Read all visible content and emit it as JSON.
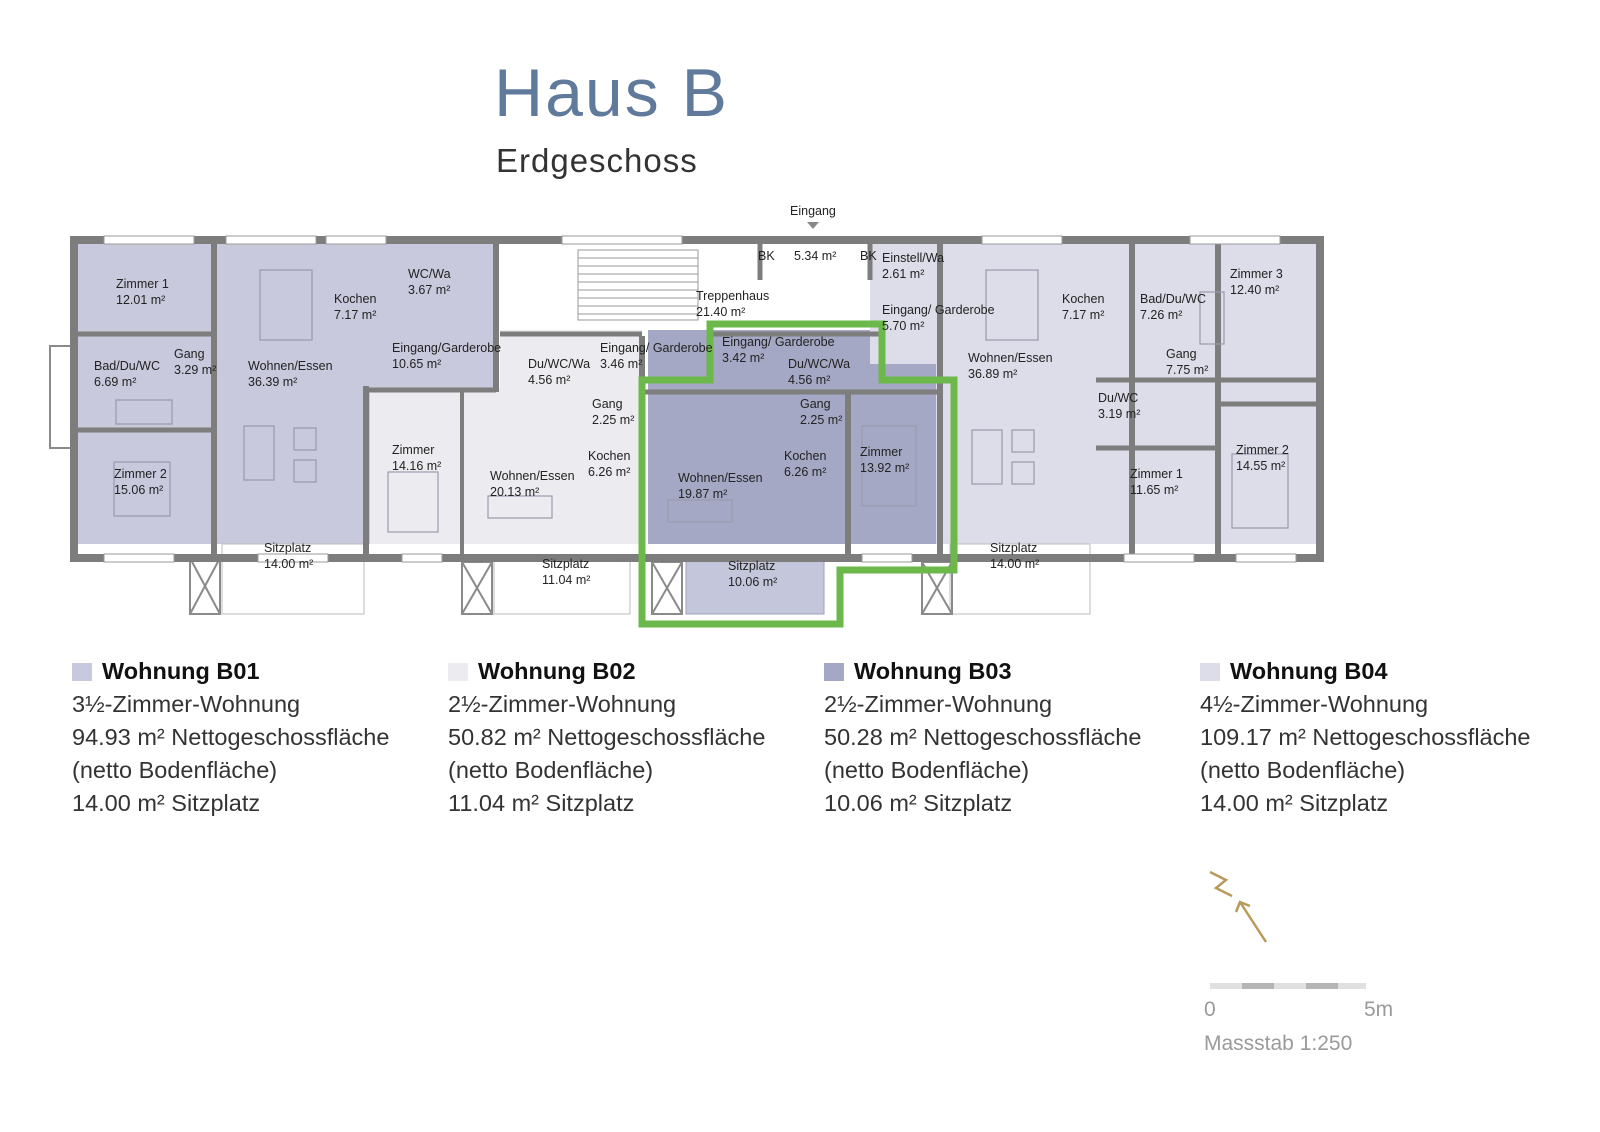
{
  "header": {
    "title": "Haus B",
    "subtitle": "Erdgeschoss"
  },
  "entrance_label": "Eingang",
  "colors": {
    "b01": "#c8c9dc",
    "b02": "#ececf0",
    "b03": "#a5a8c4",
    "b04": "#dcdde8",
    "wall": "#7d7d7d",
    "highlight": "#6cb84b",
    "text_blue": "#5f7a9b",
    "arrow_gold": "#b89a5a"
  },
  "rooms": [
    {
      "name": "Zimmer 1",
      "area": "12.01 m²"
    },
    {
      "name": "Bad/Du/WC",
      "area": "6.69 m²"
    },
    {
      "name": "Gang",
      "area": "3.29 m²"
    },
    {
      "name": "Zimmer 2",
      "area": "15.06 m²"
    },
    {
      "name": "Wohnen/Essen",
      "area": "36.39 m²"
    },
    {
      "name": "Kochen",
      "area": "7.17 m²"
    },
    {
      "name": "WC/Wa",
      "area": "3.67 m²"
    },
    {
      "name": "Eingang/Garderobe",
      "area": "10.65 m²"
    },
    {
      "name": "Sitzplatz",
      "area": "14.00 m²"
    },
    {
      "name": "Zimmer",
      "area": "14.16 m²"
    },
    {
      "name": "Du/WC/Wa",
      "area": "4.56 m²"
    },
    {
      "name": "Eingang/ Garderobe",
      "area": "3.46 m²"
    },
    {
      "name": "Gang",
      "area": "2.25 m²"
    },
    {
      "name": "Wohnen/Essen",
      "area": "20.13 m²"
    },
    {
      "name": "Kochen",
      "area": "6.26 m²"
    },
    {
      "name": "Sitzplatz",
      "area": "11.04 m²"
    },
    {
      "name": "Treppenhaus",
      "area": "21.40 m²"
    },
    {
      "name": "BK",
      "area": ""
    },
    {
      "name": "",
      "area": "5.34 m²"
    },
    {
      "name": "BK",
      "area": ""
    },
    {
      "name": "Eingang/ Garderobe",
      "area": "3.42 m²"
    },
    {
      "name": "Du/WC/Wa",
      "area": "4.56 m²"
    },
    {
      "name": "Gang",
      "area": "2.25 m²"
    },
    {
      "name": "Wohnen/Essen",
      "area": "19.87 m²"
    },
    {
      "name": "Kochen",
      "area": "6.26 m²"
    },
    {
      "name": "Zimmer",
      "area": "13.92 m²"
    },
    {
      "name": "Sitzplatz",
      "area": "10.06 m²"
    },
    {
      "name": "Einstell/Wa",
      "area": "2.61 m²"
    },
    {
      "name": "Eingang/ Garderobe",
      "area": "5.70 m²"
    },
    {
      "name": "Wohnen/Essen",
      "area": "36.89 m²"
    },
    {
      "name": "Kochen",
      "area": "7.17 m²"
    },
    {
      "name": "Bad/Du/WC",
      "area": "7.26 m²"
    },
    {
      "name": "Zimmer 3",
      "area": "12.40 m²"
    },
    {
      "name": "Gang",
      "area": "7.75 m²"
    },
    {
      "name": "Du/WC",
      "area": "3.19 m²"
    },
    {
      "name": "Zimmer 1",
      "area": "11.65 m²"
    },
    {
      "name": "Zimmer 2",
      "area": "14.55 m²"
    },
    {
      "name": "Sitzplatz",
      "area": "14.00 m²"
    }
  ],
  "units": [
    {
      "name": "Wohnung B01",
      "type": "3½-Zimmer-Wohnung",
      "area": "94.93 m²",
      "area_label": "Nettogeschossfläche",
      "note": "(netto Bodenfläche)",
      "terrace": "14.00 m²",
      "terrace_label": "Sitzplatz",
      "color": "#c8c9dc"
    },
    {
      "name": "Wohnung B02",
      "type": "2½-Zimmer-Wohnung",
      "area": "50.82 m²",
      "area_label": "Nettogeschossfläche",
      "note": "(netto Bodenfläche)",
      "terrace": "11.04 m²",
      "terrace_label": "Sitzplatz",
      "color": "#ececf0"
    },
    {
      "name": "Wohnung B03",
      "type": "2½-Zimmer-Wohnung",
      "area": "50.28 m²",
      "area_label": "Nettogeschossfläche",
      "note": "(netto Bodenfläche)",
      "terrace": "10.06 m²",
      "terrace_label": "Sitzplatz",
      "color": "#a5a8c4"
    },
    {
      "name": "Wohnung B04",
      "type": "4½-Zimmer-Wohnung",
      "area": "109.17 m²",
      "area_label": "Nettogeschossfläche",
      "note": "(netto Bodenfläche)",
      "terrace": "14.00 m²",
      "terrace_label": "Sitzplatz",
      "color": "#dcdde8"
    }
  ],
  "scale": {
    "start": "0",
    "end": "5m",
    "label": "Massstab 1:250"
  },
  "north_label": "N"
}
